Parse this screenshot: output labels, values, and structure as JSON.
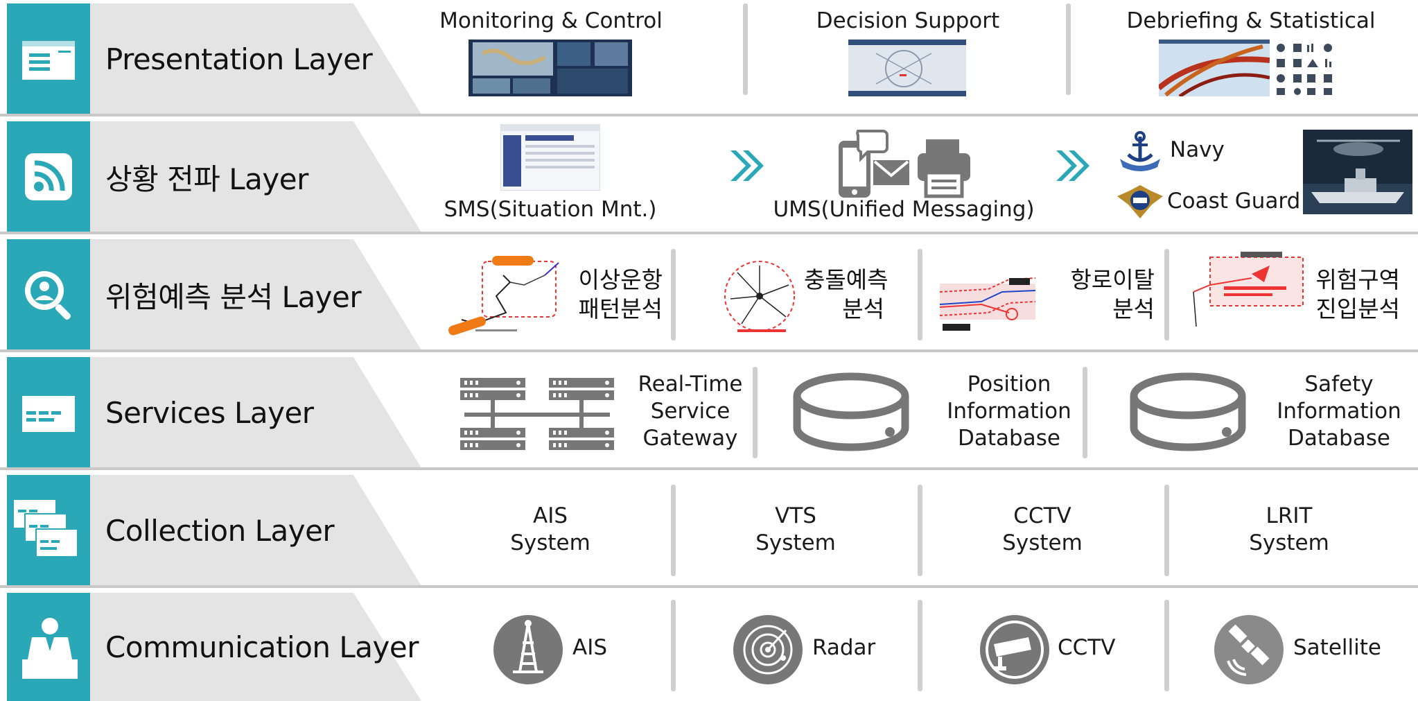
{
  "layers": [
    {
      "title": "Presentation Layer",
      "icon": "window-icon"
    },
    {
      "title": "상황 전파 Layer",
      "icon": "rss-icon"
    },
    {
      "title": "위험예측 분석 Layer",
      "icon": "magnifier-person-icon"
    },
    {
      "title": "Services Layer",
      "icon": "server-card-icon"
    },
    {
      "title": "Collection Layer",
      "icon": "stacked-cards-icon"
    },
    {
      "title": "Communication Layer",
      "icon": "presenter-icon"
    }
  ],
  "presentation": {
    "monitoring": "Monitoring & Control",
    "decision": "Decision Support",
    "debriefing": "Debriefing & Statistical"
  },
  "propagation": {
    "sms": "SMS(Situation Mnt.)",
    "ums": "UMS(Unified Messaging)",
    "navy": "Navy",
    "coast_guard": "Coast Guard"
  },
  "analysis": [
    {
      "line1": "이상운항",
      "line2": "패턴분석"
    },
    {
      "line1": "충돌예측",
      "line2": "분석"
    },
    {
      "line1": "항로이탈",
      "line2": "분석"
    },
    {
      "line1": "위험구역",
      "line2": "진입분석"
    }
  ],
  "services": [
    {
      "line1": "Real-Time",
      "line2": "Service",
      "line3": "Gateway"
    },
    {
      "line1": "Position",
      "line2": "Information",
      "line3": "Database"
    },
    {
      "line1": "Safety",
      "line2": "Information",
      "line3": "Database"
    }
  ],
  "collection": [
    {
      "line1": "AIS",
      "line2": "System"
    },
    {
      "line1": "VTS",
      "line2": "System"
    },
    {
      "line1": "CCTV",
      "line2": "System"
    },
    {
      "line1": "LRIT",
      "line2": "System"
    }
  ],
  "communication": [
    "AIS",
    "Radar",
    "CCTV",
    "Satellite"
  ],
  "colors": {
    "teal": "#2aa8b8",
    "band": "#e4e4e4",
    "divider": "#c8c8c8",
    "icon_gray": "#777777"
  }
}
